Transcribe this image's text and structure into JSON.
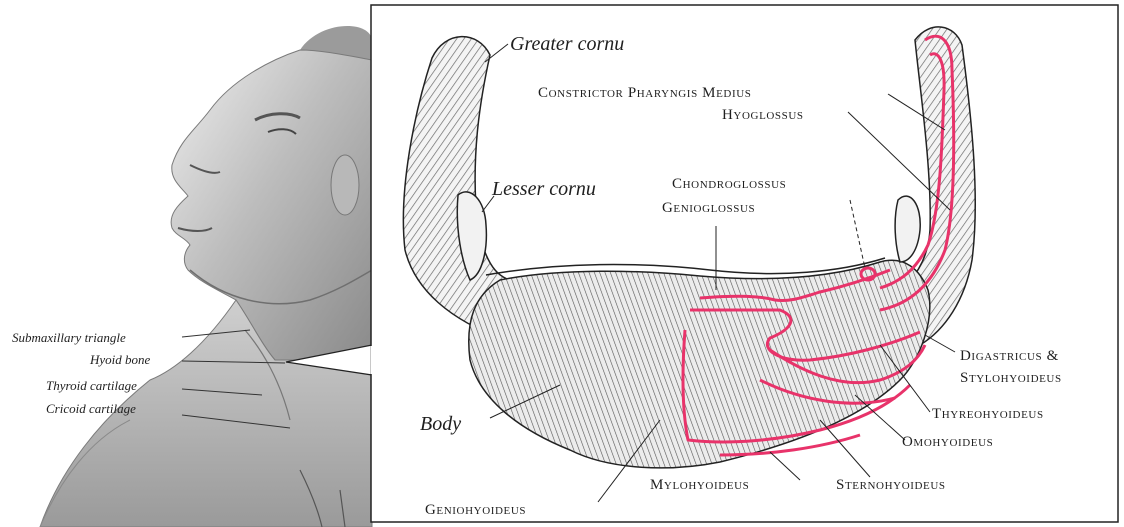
{
  "figure": {
    "left_panel": {
      "labels": {
        "submaxillary_triangle": "Submaxillary triangle",
        "hyoid_bone": "Hyoid bone",
        "thyroid_cartilage": "Thyroid cartilage",
        "cricoid_cartilage": "Cricoid cartilage"
      }
    },
    "right_panel": {
      "labels": {
        "greater_cornu": "Greater cornu",
        "lesser_cornu": "Lesser cornu",
        "body": "Body",
        "constrictor_pharyngis_medius": "Constrictor Pharyngis Medius",
        "hyoglossus": "Hyoglossus",
        "chondroglossus": "Chondroglossus",
        "genioglossus": "Genioglossus",
        "digastricus_stylohyoideus_line1": "Digastricus &",
        "digastricus_stylohyoideus_line2": "Stylohyoideus",
        "thyreohyoideus": "Thyreohyoideus",
        "omohyoideus": "Omohyoideus",
        "sternohyoideus": "Sternohyoideus",
        "mylohyoideus": "Mylohyoideus",
        "geniohyoideus": "Geniohyoideus"
      }
    },
    "colors": {
      "muscle_attachment": "#e8336a",
      "ink": "#1f1f1f",
      "skin_shade": "#a9a9a9"
    }
  }
}
